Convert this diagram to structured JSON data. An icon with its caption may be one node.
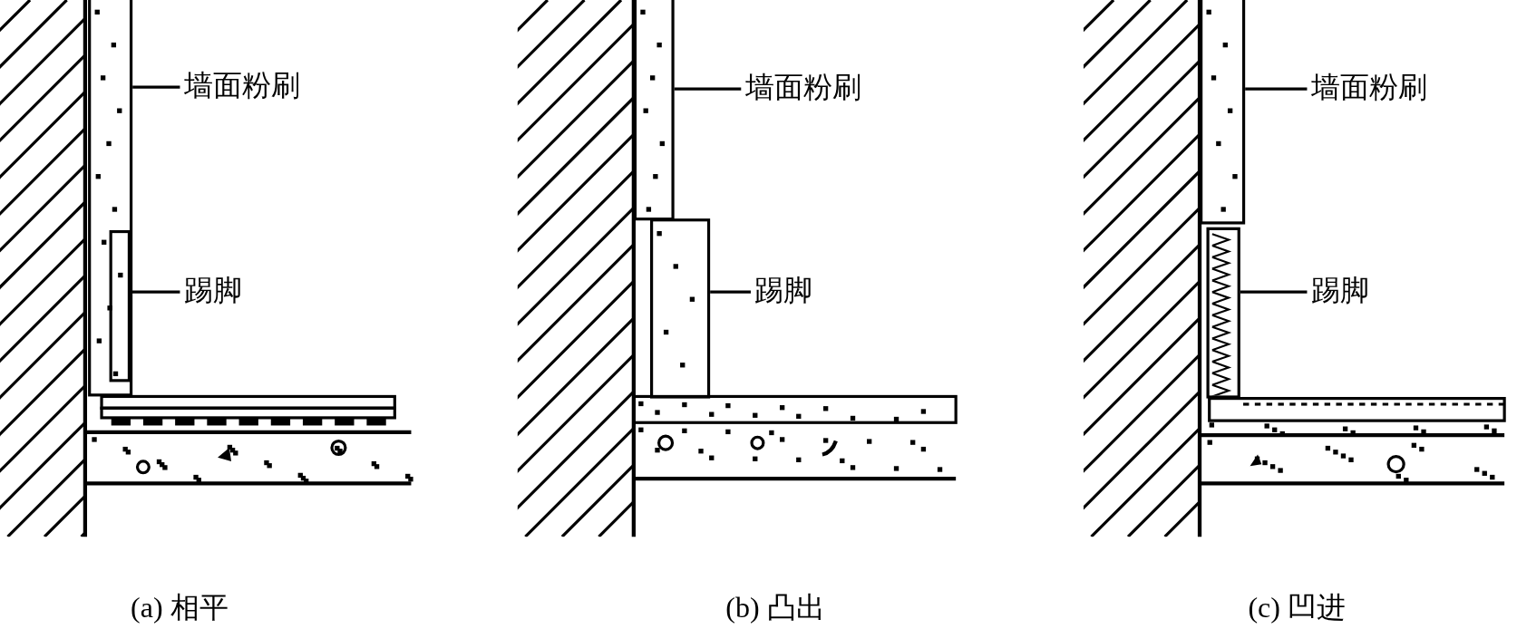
{
  "diagram": {
    "nodes": [
      {
        "text": [],
        "shape": "box"
      },
      {
        "text": [
          "墙面粉刷"
        ]
      },
      {
        "text": [],
        "shape": "box",
        "in": 0
      },
      {
        "text": [
          "踢脚"
        ]
      },
      {
        "text": [],
        "shape": "box"
      },
      {
        "text": [
          "墙面粉刷"
        ]
      },
      {
        "text": [],
        "shape": "box"
      },
      {
        "text": [
          "踢脚"
        ]
      },
      {
        "text": [],
        "shape": "box"
      },
      {
        "text": [
          "墙面粉刷"
        ]
      },
      {
        "text": [],
        "shape": "box"
      },
      {
        "text": [
          "踢脚"
        ]
      }
    ],
    "edges": [
      {
        "from": 1,
        "to": 0,
        "arrow": "none"
      },
      {
        "from": 3,
        "to": 2,
        "arrow": "none"
      },
      {
        "from": 5,
        "to": 4,
        "arrow": "none"
      },
      {
        "from": 7,
        "to": 6,
        "arrow": "none"
      },
      {
        "from": 9,
        "to": 8,
        "arrow": "none"
      },
      {
        "from": 11,
        "to": 10,
        "arrow": "none"
      }
    ],
    "labels": [
      "(a) 相平",
      "(b) 凸出",
      "(c) 凹进"
    ]
  }
}
